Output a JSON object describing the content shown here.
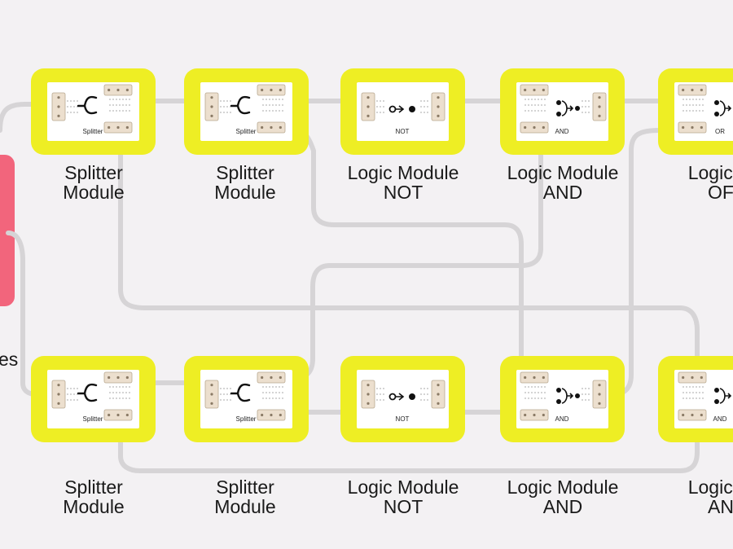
{
  "colors": {
    "background": "#f3f1f3",
    "module_frame": "#eeee24",
    "module_inner": "#ffffff",
    "connector": "#ecdfce",
    "wire": "#d6d4d6",
    "power_block": "#f2657c"
  },
  "side_label": "es",
  "rows": [
    {
      "modules": [
        {
          "type": "splitter",
          "caption": "Splitter",
          "label": [
            "Splitter",
            "Module"
          ]
        },
        {
          "type": "splitter",
          "caption": "Splitter",
          "label": [
            "Splitter",
            "Module"
          ]
        },
        {
          "type": "not",
          "caption": "NOT",
          "label": [
            "Logic Module",
            "NOT"
          ]
        },
        {
          "type": "and",
          "caption": "AND",
          "label": [
            "Logic Module",
            "AND"
          ]
        },
        {
          "type": "or",
          "caption": "OR",
          "label": [
            "Logic M",
            "OF"
          ]
        }
      ]
    },
    {
      "modules": [
        {
          "type": "splitter",
          "caption": "Splitter",
          "label": [
            "Splitter",
            "Module"
          ]
        },
        {
          "type": "splitter",
          "caption": "Splitter",
          "label": [
            "Splitter",
            "Module"
          ]
        },
        {
          "type": "not",
          "caption": "NOT",
          "label": [
            "Logic Module",
            "NOT"
          ]
        },
        {
          "type": "and",
          "caption": "AND",
          "label": [
            "Logic Module",
            "AND"
          ]
        },
        {
          "type": "and",
          "caption": "AND",
          "label": [
            "Logic M",
            "AN"
          ]
        }
      ]
    }
  ]
}
